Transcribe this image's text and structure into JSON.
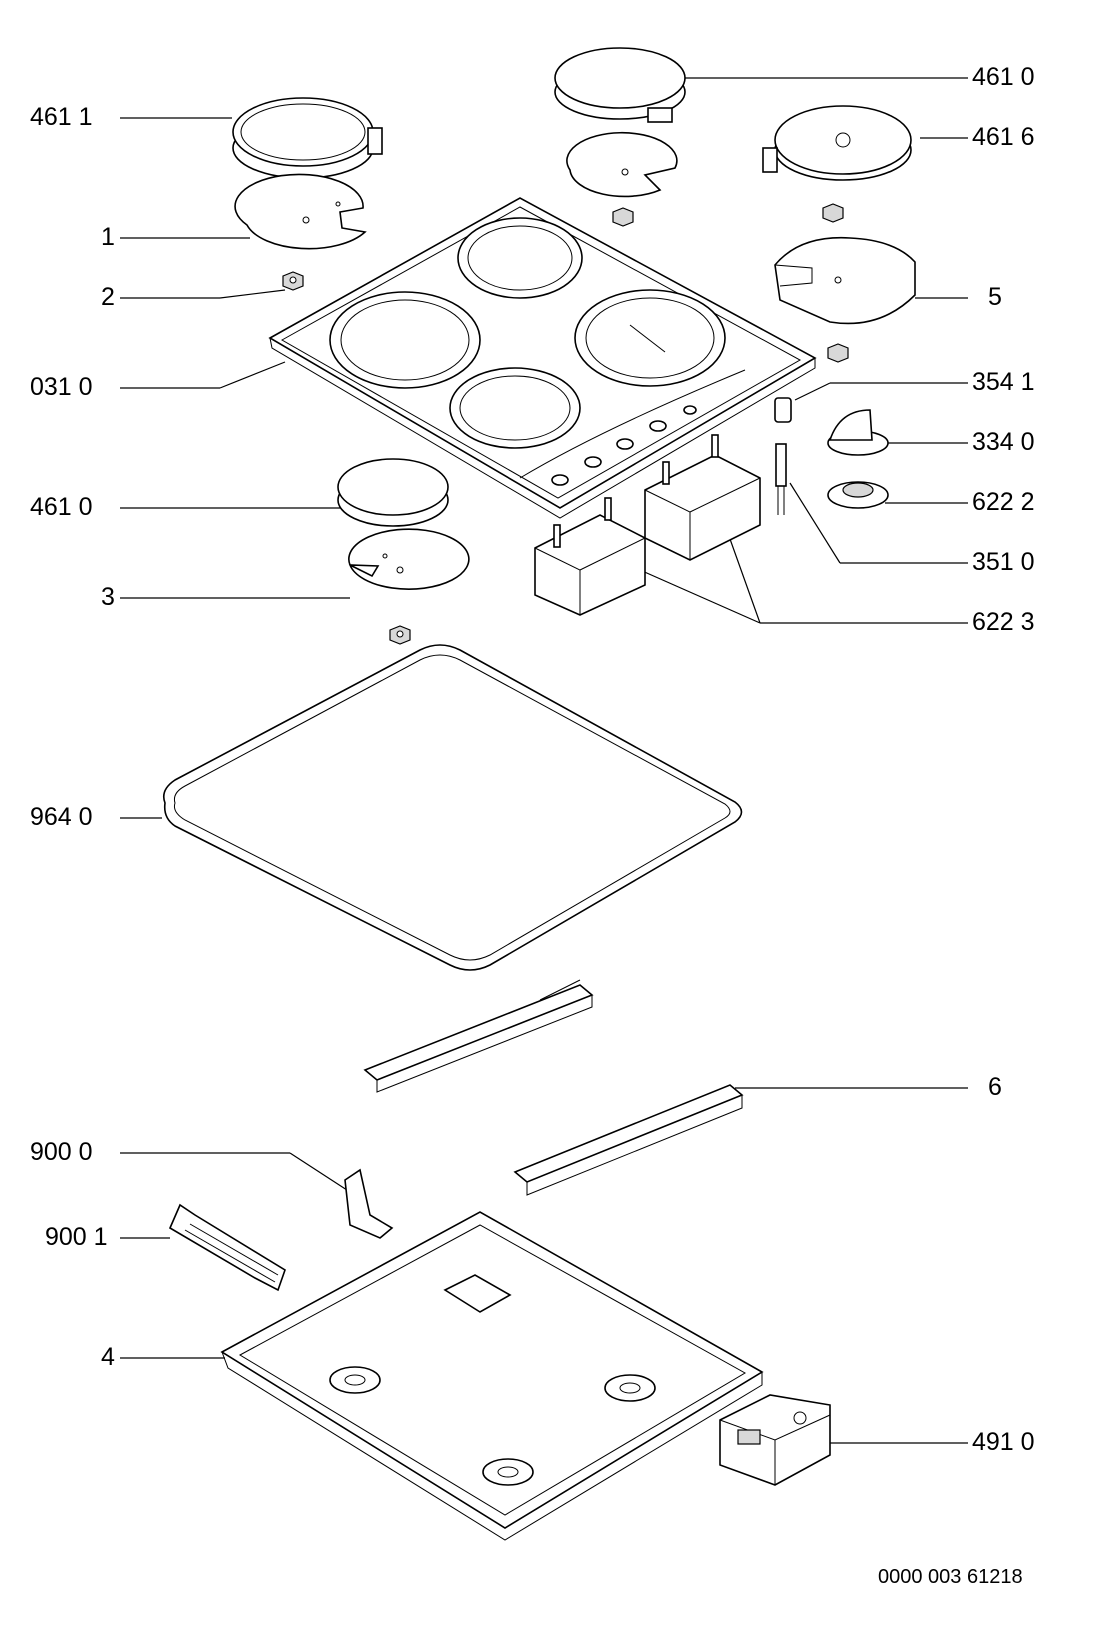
{
  "labels": {
    "l_4611": "461  1",
    "l_1": "1",
    "l_2": "2",
    "l_0310": "031 0",
    "l_4610_left": "461 0",
    "l_3": "3",
    "l_9640": "964 0",
    "l_9000": "900 0",
    "l_9001": "900 1",
    "l_4": "4",
    "l_4610_right": "461 0",
    "l_4616": "461 6",
    "l_5": "5",
    "l_3541": "354 1",
    "l_3340": "334 0",
    "l_6222": "622 2",
    "l_3510": "351 0",
    "l_6223": "622 3",
    "l_6": "6",
    "l_4910": "491 0"
  },
  "document_number": "0000 003 61218"
}
